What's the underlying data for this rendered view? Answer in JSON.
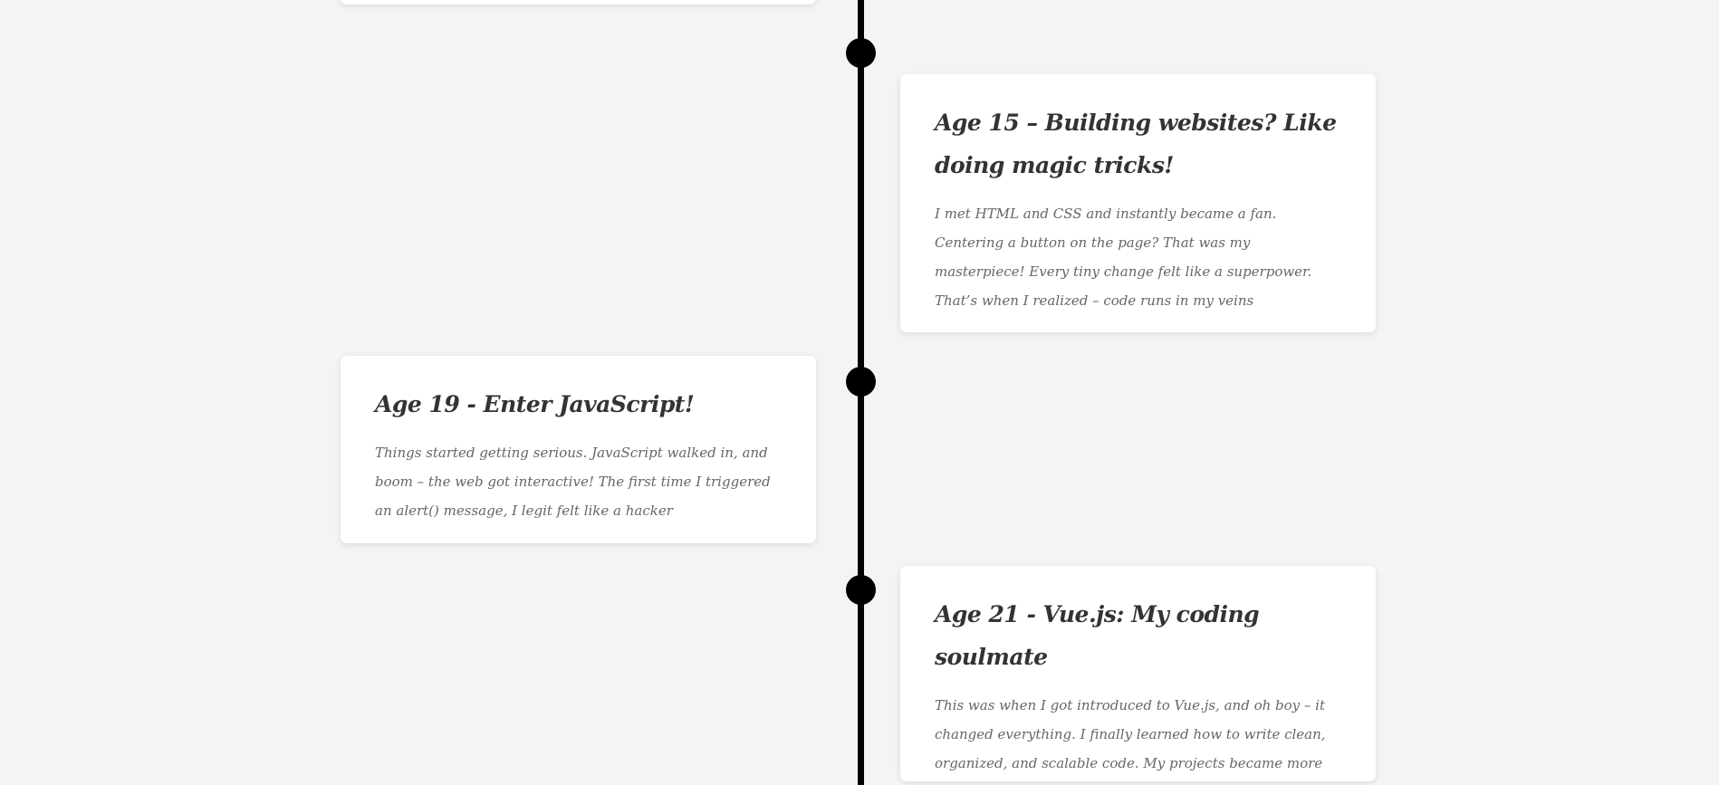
{
  "timeline": {
    "entries": [
      {
        "title": "Age 15 – Building websites? Like doing magic tricks!",
        "body": "I met HTML and CSS and instantly became a fan. Centering a button on the page? That was my masterpiece! Every tiny change felt like a superpower. That’s when I realized – code runs in my veins",
        "side": "right"
      },
      {
        "title": "Age 19 - Enter JavaScript!",
        "body": "Things started getting serious. JavaScript walked in, and boom – the web got interactive! The first time I triggered an alert() message, I legit felt like a hacker",
        "side": "left"
      },
      {
        "title": "Age 21 - Vue.js: My coding soulmate",
        "body": "This was when I got introduced to Vue.js, and oh boy – it changed everything. I finally learned how to write clean, organized, and scalable code. My projects became more complex, but I loved the challenge.",
        "side": "right"
      }
    ]
  },
  "colors": {
    "background": "#f4f4f4",
    "line": "#000000",
    "card": "#ffffff",
    "title": "#333333",
    "body": "#666666"
  }
}
